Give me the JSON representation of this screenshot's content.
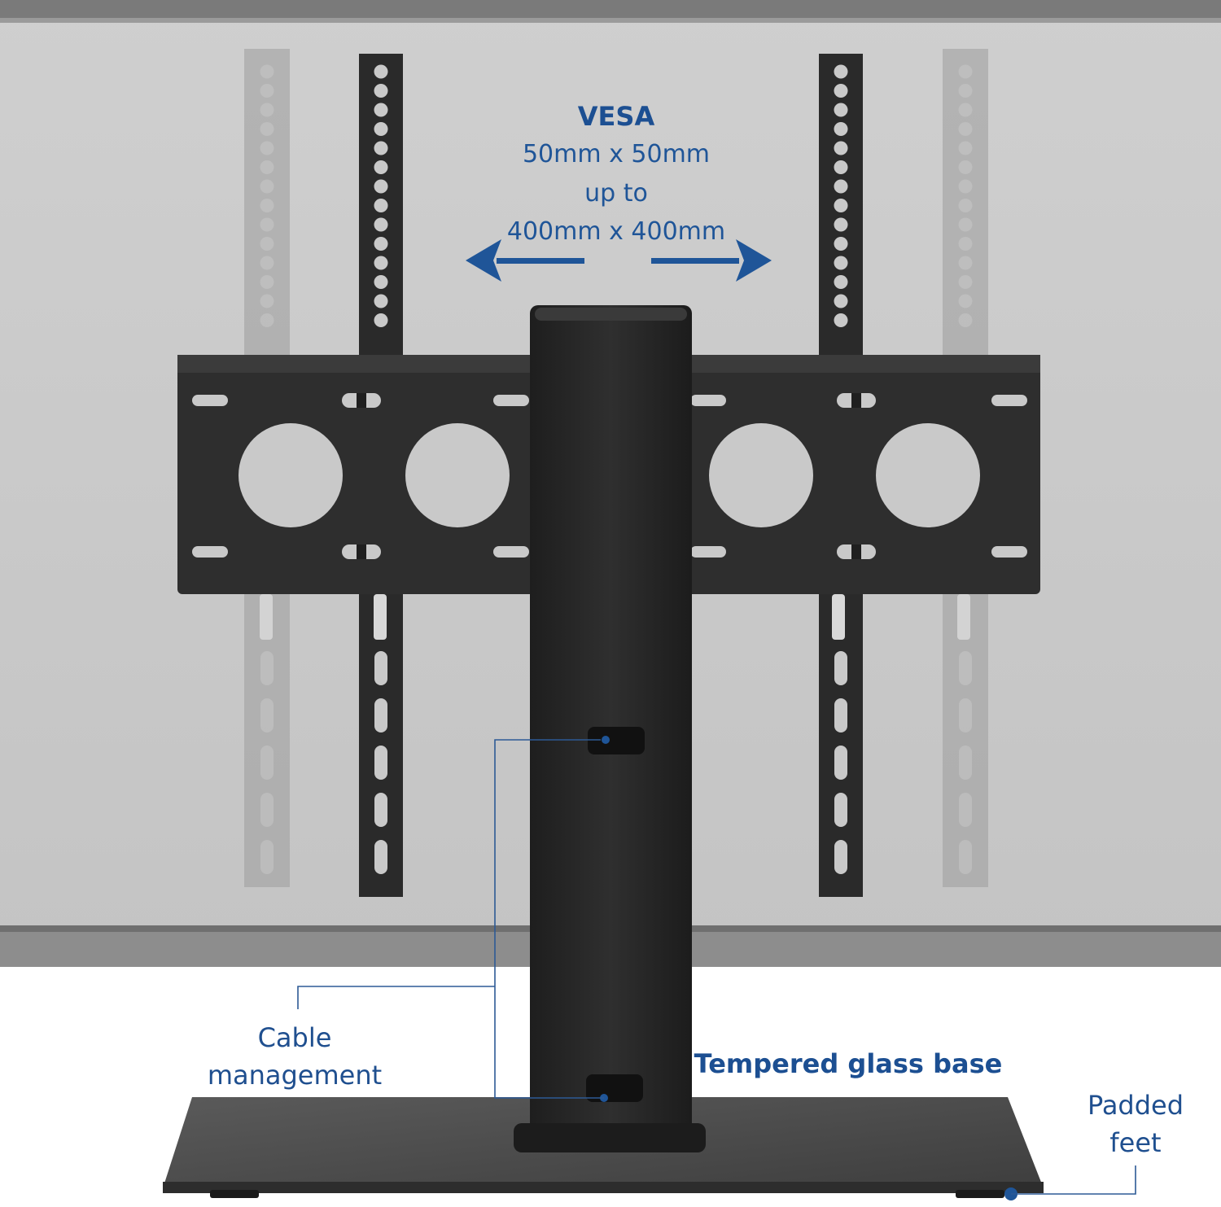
{
  "colors": {
    "accent": "#1f5598",
    "panel": "#c9c9c9",
    "bracket": "#2c2c2c",
    "pole": "#262626"
  },
  "callouts": {
    "vesa_title": "VESA",
    "vesa_min": "50mm x 50mm",
    "vesa_join": "up to",
    "vesa_max": "400mm x 400mm",
    "cable_line1": "Cable",
    "cable_line2": "management",
    "glass_base": "Tempered glass base",
    "feet_line1": "Padded",
    "feet_line2": "feet"
  },
  "icons": [
    "arrow-left-icon",
    "arrow-right-icon"
  ]
}
